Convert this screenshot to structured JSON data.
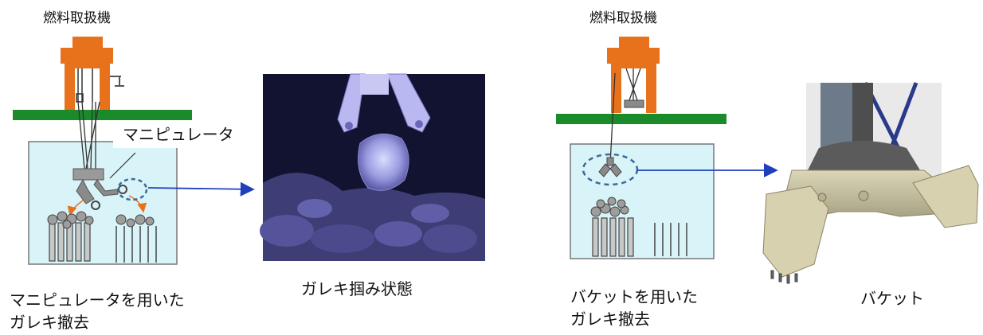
{
  "left_diagram": {
    "machine_label": "燃料取扱機",
    "manipulator_label": "マニピュレータ",
    "caption_line1": "マニピュレータを用いた",
    "caption_line2": "ガレキ撤去"
  },
  "photo_grab": {
    "caption": "ガレキ掴み状態"
  },
  "right_diagram": {
    "machine_label": "燃料取扱機",
    "caption_line1": "バケットを用いた",
    "caption_line2": "ガレキ撤去"
  },
  "photo_bucket": {
    "caption": "バケット"
  },
  "colors": {
    "machine_orange": "#e8711c",
    "floor_green": "#1a8a2a",
    "pool_blue": "#d9f4f8",
    "arrow_blue": "#1f3fbf",
    "dashed_circle": "#3a6a9a"
  }
}
